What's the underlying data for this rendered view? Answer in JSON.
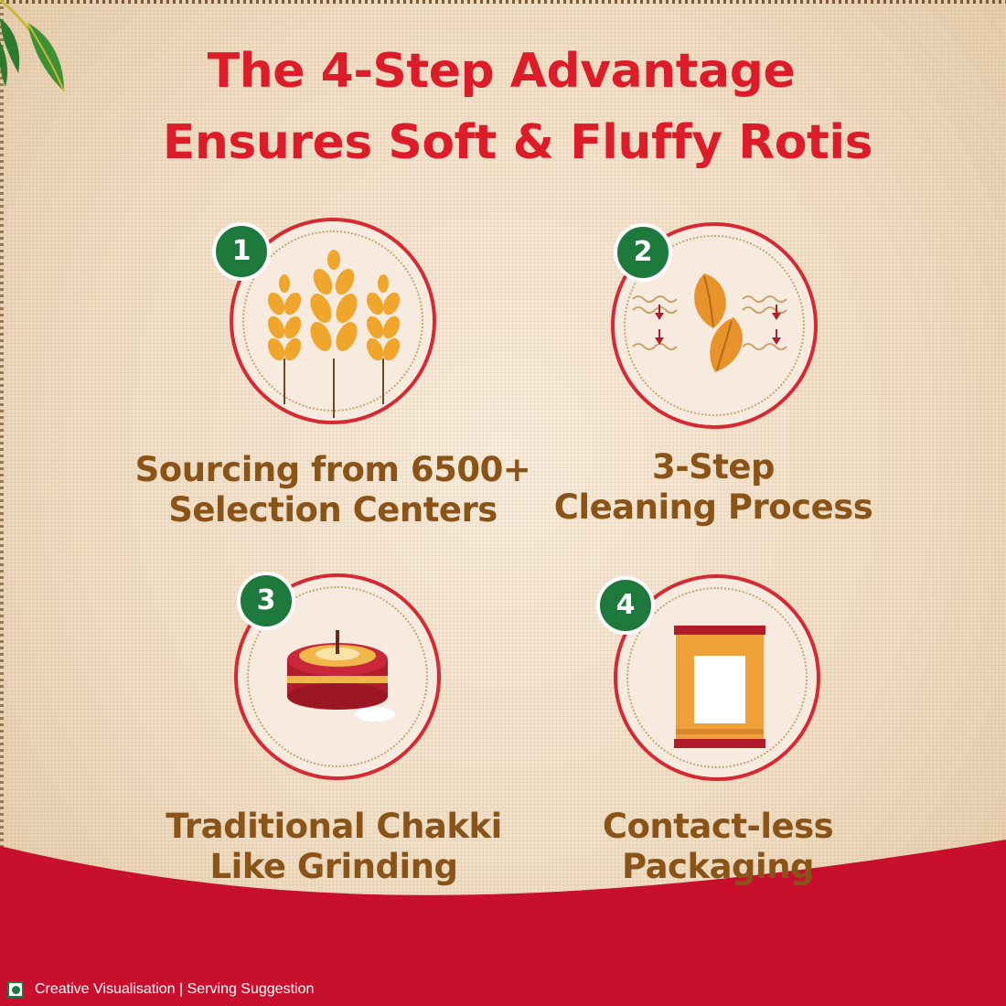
{
  "headline": {
    "line1": "The 4-Step Advantage",
    "line2": "Ensures Soft & Fluffy Rotis"
  },
  "steps": [
    {
      "number": "1",
      "line1": "Sourcing from 6500+",
      "line2": "Selection Centers",
      "icon": "wheat-icon"
    },
    {
      "number": "2",
      "line1": "3-Step",
      "line2": "Cleaning Process",
      "icon": "grain-cleaning-icon"
    },
    {
      "number": "3",
      "line1": "Traditional Chakki",
      "line2": "Like Grinding",
      "icon": "chakki-icon"
    },
    {
      "number": "4",
      "line1": "Contact-less",
      "line2": "Packaging",
      "icon": "package-icon"
    }
  ],
  "footer": {
    "disclaimer": "Creative Visualisation | Serving Suggestion",
    "veg_mark_icon": "veg-symbol-icon"
  },
  "colors": {
    "headline_red": "#dd1c2a",
    "label_brown": "#8a5418",
    "badge_green": "#1d7a3c",
    "circle_border_red": "#d52a34",
    "footer_red": "#c8102e"
  }
}
